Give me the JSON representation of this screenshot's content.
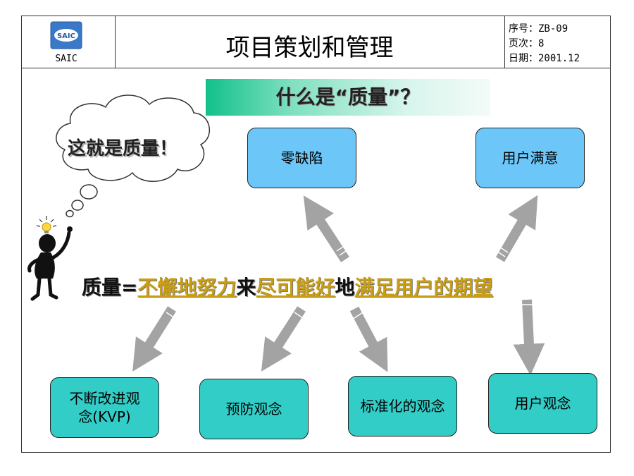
{
  "header": {
    "logo_text": "SAIC",
    "logo_badge": "SAIC",
    "title": "项目策划和管理",
    "serial_label": "序号：",
    "serial_value": "ZB-09",
    "page_label": "页次：",
    "page_value": "8",
    "date_label": "日期：",
    "date_value": "2001.12"
  },
  "banner": {
    "text": "什么是“质量”？"
  },
  "thought": {
    "text": "这就是质量！"
  },
  "formula": {
    "lead": "质量=",
    "part1": "不懈地努力",
    "join1": "来",
    "part2": "尽可能好",
    "join2": "地",
    "part3": "满足用户的期望"
  },
  "goals": {
    "zero_defect": "零缺陷",
    "satisfaction": "用户满意"
  },
  "concepts": {
    "kvp_line1": "不断改进观",
    "kvp_line2": "念(KVP)",
    "prevention": "预防观念",
    "standardization": "标准化的观念",
    "user": "用户观念"
  },
  "colors": {
    "goal_box": "#6cc6f7",
    "concept_box": "#33cdc7",
    "arrow": "#a3a3a3",
    "highlight_text": "#c99e14",
    "banner_start": "#12c08a"
  }
}
